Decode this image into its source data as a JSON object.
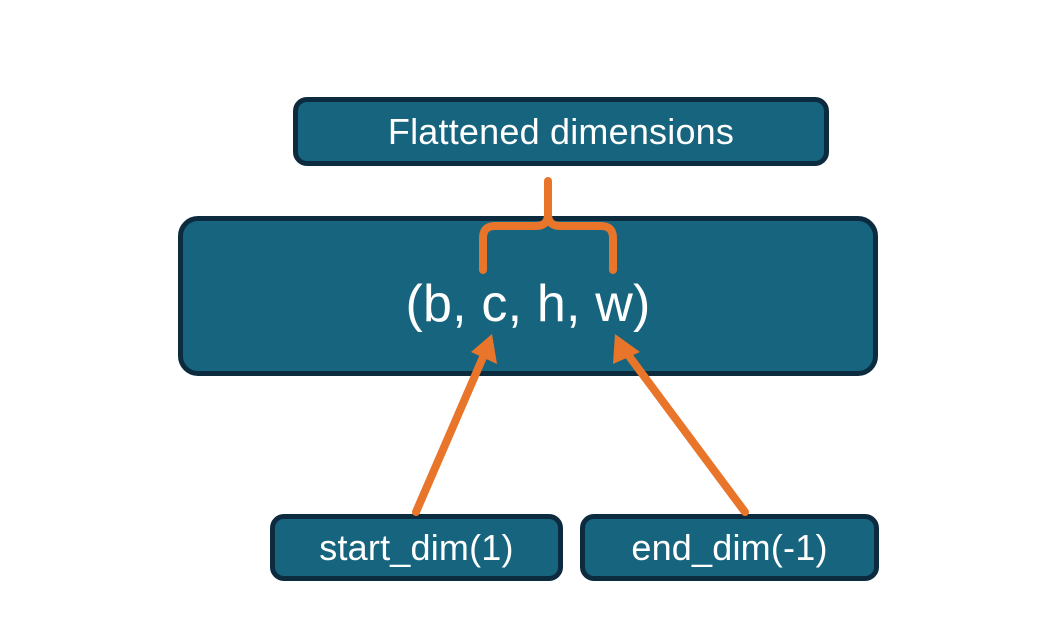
{
  "diagram": {
    "title_node": {
      "label": "Flattened dimensions"
    },
    "shape_node": {
      "label": "(b, c, h, w)"
    },
    "start_node": {
      "label": "start_dim(1)"
    },
    "end_node": {
      "label": "end_dim(-1)"
    },
    "connectors": {
      "brace_name": "upward-curly-brace",
      "start_arrow_name": "start-dim-arrow",
      "end_arrow_name": "end-dim-arrow"
    },
    "colors": {
      "node_fill": "#17647f",
      "node_border": "#0d2b3e",
      "node_text": "#ffffff",
      "accent": "#e8752a",
      "background": "#ffffff"
    }
  }
}
